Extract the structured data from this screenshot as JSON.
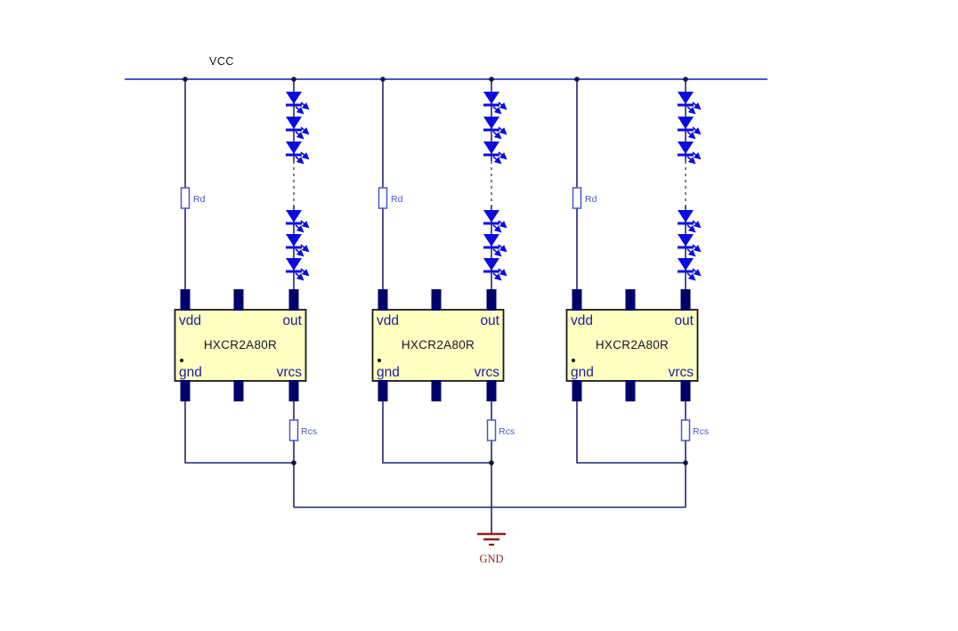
{
  "diagram": {
    "vcc_label": "VCC",
    "gnd_label": "GND",
    "leds_visible_per_string": 6,
    "led_string_continued": true,
    "colors": {
      "rail_blue": "#4a58c4",
      "wire_navy": "#26266e",
      "led_blue": "#0b0be0",
      "pin_navy": "#00006b",
      "chip_fill": "#ffffc2",
      "chip_border": "#1a1a1a",
      "pin_label_blue": "#1d1d9e",
      "resistor_label_blue": "#4a58c4",
      "ground_red": "#8f1f1f",
      "text_black": "#111111"
    }
  },
  "chips": [
    {
      "name": "HXCR2A80R",
      "pins": {
        "vdd": "vdd",
        "out": "out",
        "gnd": "gnd",
        "vrcs": "vrcs"
      },
      "resistors": {
        "rd": "Rd",
        "rcs": "Rcs"
      }
    },
    {
      "name": "HXCR2A80R",
      "pins": {
        "vdd": "vdd",
        "out": "out",
        "gnd": "gnd",
        "vrcs": "vrcs"
      },
      "resistors": {
        "rd": "Rd",
        "rcs": "Rcs"
      }
    },
    {
      "name": "HXCR2A80R",
      "pins": {
        "vdd": "vdd",
        "out": "out",
        "gnd": "gnd",
        "vrcs": "vrcs"
      },
      "resistors": {
        "rd": "Rd",
        "rcs": "Rcs"
      }
    }
  ]
}
